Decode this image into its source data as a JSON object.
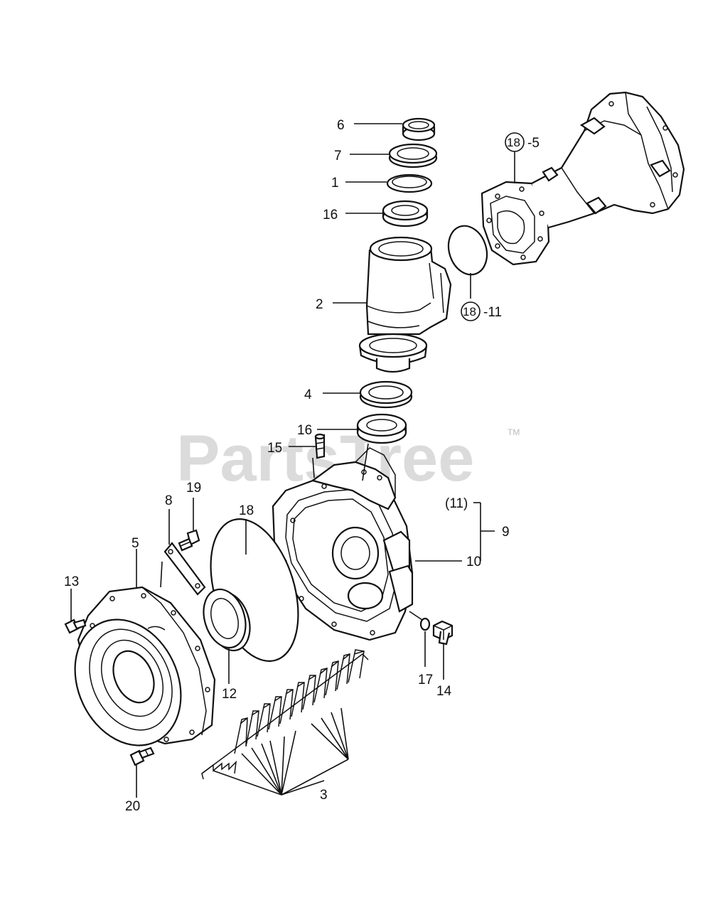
{
  "watermark": {
    "text": "PartsTree",
    "trademark": "TM"
  },
  "callouts": {
    "c6": "6",
    "c7": "7",
    "c1": "1",
    "c16a": "16",
    "c2": "2",
    "c18_5_num": "18",
    "c18_5_sfx": "-5",
    "c18_11_num": "18",
    "c18_11_sfx": "-11",
    "c4": "4",
    "c16b": "16",
    "c15": "15",
    "c11": "(11)",
    "c9": "9",
    "c10": "10",
    "c19": "19",
    "c8": "8",
    "c18": "18",
    "c5": "5",
    "c13": "13",
    "c12": "12",
    "c17": "17",
    "c14": "14",
    "c20": "20",
    "c3": "3"
  }
}
